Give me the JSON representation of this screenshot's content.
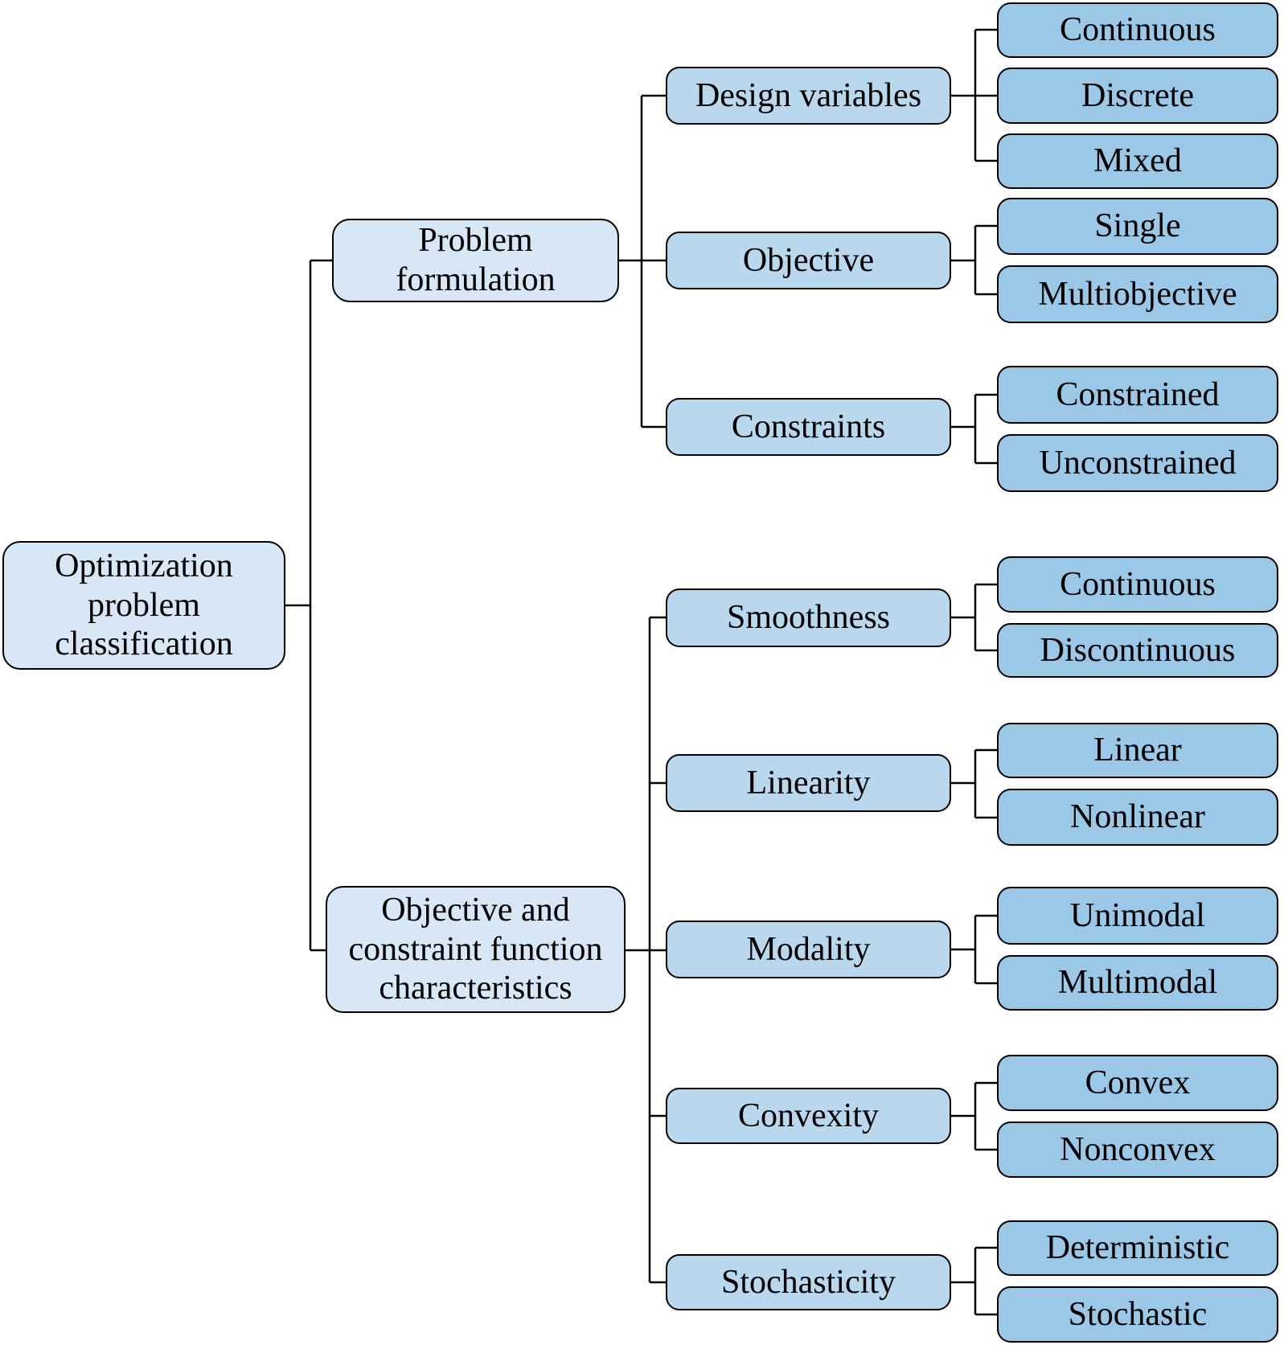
{
  "diagram_title": "Optimization problem classification",
  "colors": {
    "root_and_branch_fill": "#d7e7f5",
    "category_fill": "#b9d8ee",
    "leaf_fill": "#9bc8e6",
    "border": "#000000",
    "connector": "#000000",
    "background": "#ffffff"
  },
  "tree": {
    "root": {
      "label": "Optimization\nproblem\nclassification"
    },
    "branches": [
      {
        "label": "Problem\nformulation",
        "categories": [
          {
            "label": "Design variables",
            "children": [
              {
                "label": "Continuous"
              },
              {
                "label": "Discrete"
              },
              {
                "label": "Mixed"
              }
            ]
          },
          {
            "label": "Objective",
            "children": [
              {
                "label": "Single"
              },
              {
                "label": "Multiobjective"
              }
            ]
          },
          {
            "label": "Constraints",
            "children": [
              {
                "label": "Constrained"
              },
              {
                "label": "Unconstrained"
              }
            ]
          }
        ]
      },
      {
        "label": "Objective and\nconstraint function\ncharacteristics",
        "categories": [
          {
            "label": "Smoothness",
            "children": [
              {
                "label": "Continuous"
              },
              {
                "label": "Discontinuous"
              }
            ]
          },
          {
            "label": "Linearity",
            "children": [
              {
                "label": "Linear"
              },
              {
                "label": "Nonlinear"
              }
            ]
          },
          {
            "label": "Modality",
            "children": [
              {
                "label": "Unimodal"
              },
              {
                "label": "Multimodal"
              }
            ]
          },
          {
            "label": "Convexity",
            "children": [
              {
                "label": "Convex"
              },
              {
                "label": "Nonconvex"
              }
            ]
          },
          {
            "label": "Stochasticity",
            "children": [
              {
                "label": "Deterministic"
              },
              {
                "label": "Stochastic"
              }
            ]
          }
        ]
      }
    ]
  }
}
